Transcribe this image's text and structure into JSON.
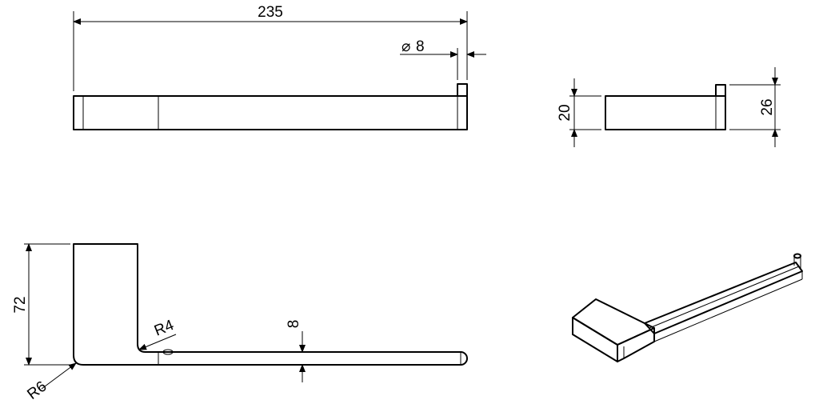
{
  "dimensions": {
    "length": "235",
    "diameter": "8",
    "diameter_symbol": "⌀",
    "height_plate": "20",
    "height_total": "26",
    "height_bracket": "72",
    "bar_thickness": "8",
    "radius_inner": "R4",
    "radius_outer": "R6"
  }
}
